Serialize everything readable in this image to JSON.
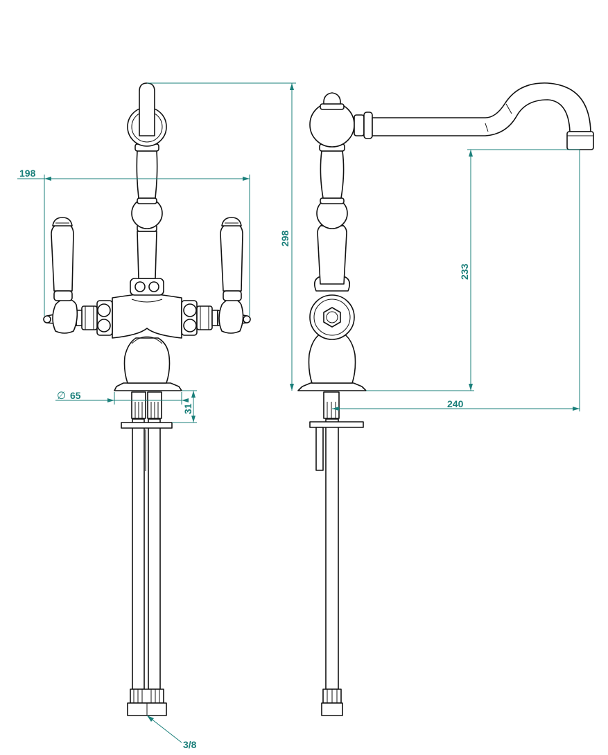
{
  "dimensions": {
    "total_width": "198",
    "total_height": "298",
    "base_diameter_symbol": "∅",
    "base_diameter": "65",
    "spout_height": "233",
    "spout_reach": "240",
    "deck_height": "31",
    "connection": "3/8"
  },
  "colors": {
    "dimension": "#1a7f7a",
    "line": "#111111"
  }
}
